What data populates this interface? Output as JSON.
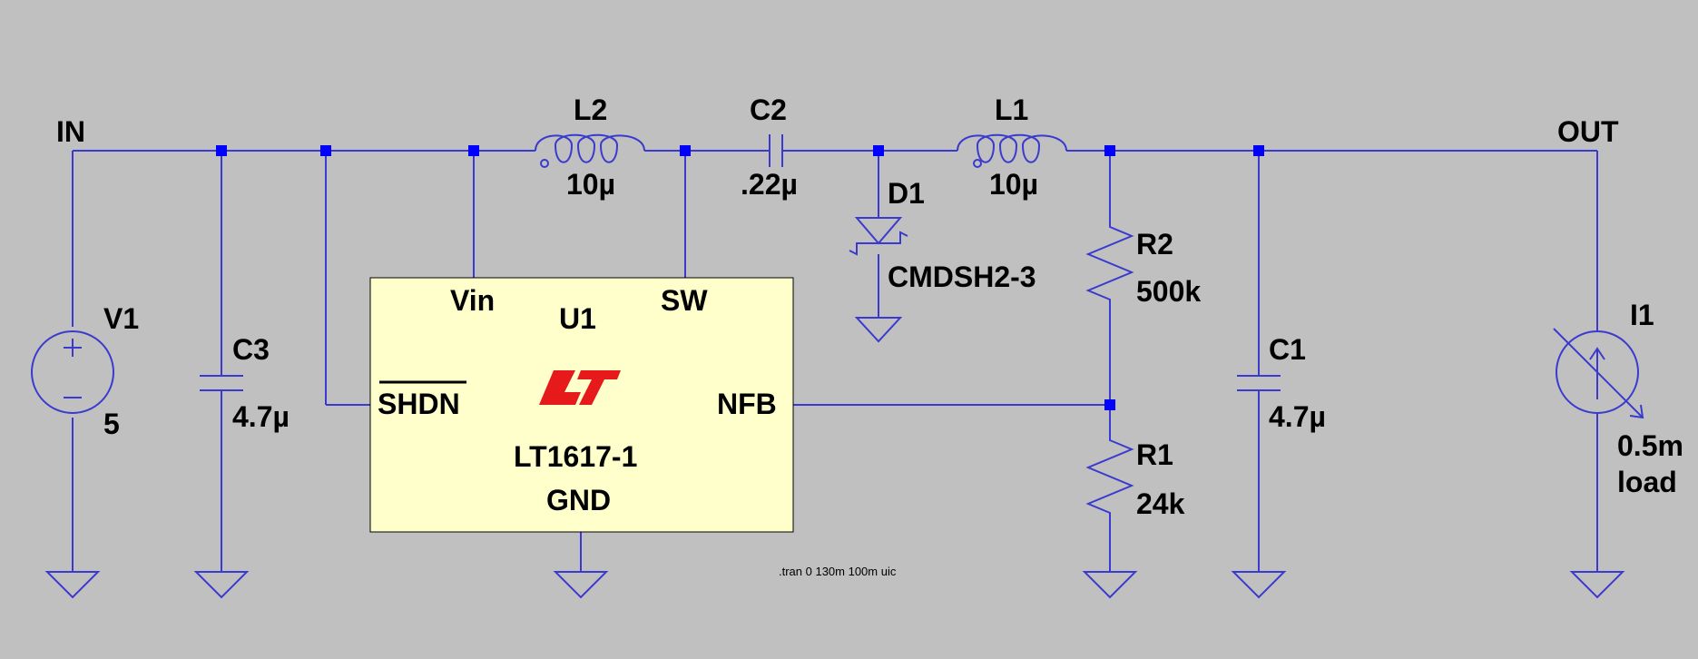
{
  "schematic": {
    "net_labels": {
      "in": "IN",
      "out": "OUT"
    },
    "components": {
      "v1": {
        "name": "V1",
        "value": "5"
      },
      "c3": {
        "name": "C3",
        "value": "4.7µ"
      },
      "l2": {
        "name": "L2",
        "value": "10µ"
      },
      "c2": {
        "name": "C2",
        "value": ".22µ"
      },
      "d1": {
        "name": "D1",
        "value": "CMDSH2-3"
      },
      "l1": {
        "name": "L1",
        "value": "10µ"
      },
      "r2": {
        "name": "R2",
        "value": "500k"
      },
      "r1": {
        "name": "R1",
        "value": "24k"
      },
      "c1": {
        "name": "C1",
        "value": "4.7µ"
      },
      "i1": {
        "name": "I1",
        "value": "0.5m",
        "type": "load"
      }
    },
    "ic": {
      "name": "U1",
      "part": "LT1617-1",
      "pins": {
        "vin": "Vin",
        "sw": "SW",
        "shdn": "SHDN",
        "nfb": "NFB",
        "gnd": "GND"
      },
      "logo": "LT",
      "fill": "#ffffcc",
      "logo_color": "#e61a1a"
    },
    "directive": ".tran 0 130m 100m uic",
    "colors": {
      "background": "#c0c0c0",
      "wire": "#3a3acf",
      "junction": "#0000ff"
    }
  }
}
